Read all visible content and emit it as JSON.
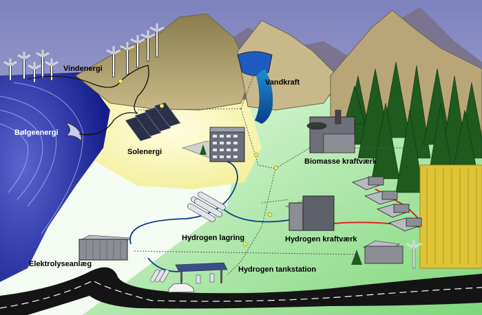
{
  "labels": {
    "vindenergi": "Vindenergi",
    "vandkraft": "Vandkraft",
    "bolgeenergi": "Bølgeenergi",
    "solenergi": "Solenergi",
    "biomasse": "Biomasse kraftværk",
    "hydrogen_lagring": "Hydrogen lagring",
    "hydrogen_kraftvaerk": "Hydrogen kraftværk",
    "elektrolyseanlaeg": "Elektrolyseanlæg",
    "hydrogen_tankstation": "Hydrogen tankstation"
  },
  "colors": {
    "sky": "#8f93c4",
    "sea": "#1f2a9a",
    "mountain": "#a89a6a",
    "sun_area": "#f6f3a6",
    "grass": "#9fe59a",
    "forest": "#1e5a1e",
    "pipeline": "#0a3a8a",
    "power_link": "#e02020",
    "road": "#111111"
  }
}
